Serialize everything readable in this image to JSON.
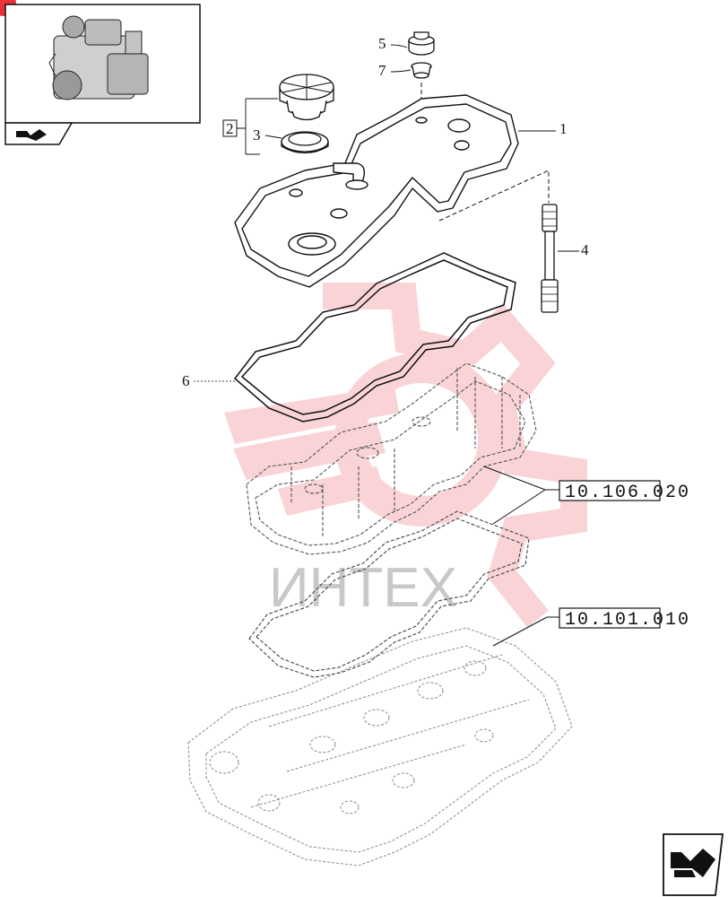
{
  "thumbnail": {
    "icon": "engine-thumbnail-icon",
    "nav_icon": "forward-arrow-icon"
  },
  "callouts": {
    "c1": "1",
    "c2": "2",
    "c3": "3",
    "c4": "4",
    "c5": "5",
    "c6": "6",
    "c7": "7"
  },
  "references": {
    "ref_cylinder_head_cover": "10.106.020",
    "ref_cylinder_head": "10.101.010"
  },
  "watermark": {
    "text": "ИНТЕХ",
    "color": "#e8323c"
  },
  "nav": {
    "next_icon": "next-page-arrow-icon"
  },
  "colors": {
    "line": "#111111",
    "phantom": "#555555",
    "watermark": "#f2a0a4",
    "badge": "#e8323c"
  }
}
